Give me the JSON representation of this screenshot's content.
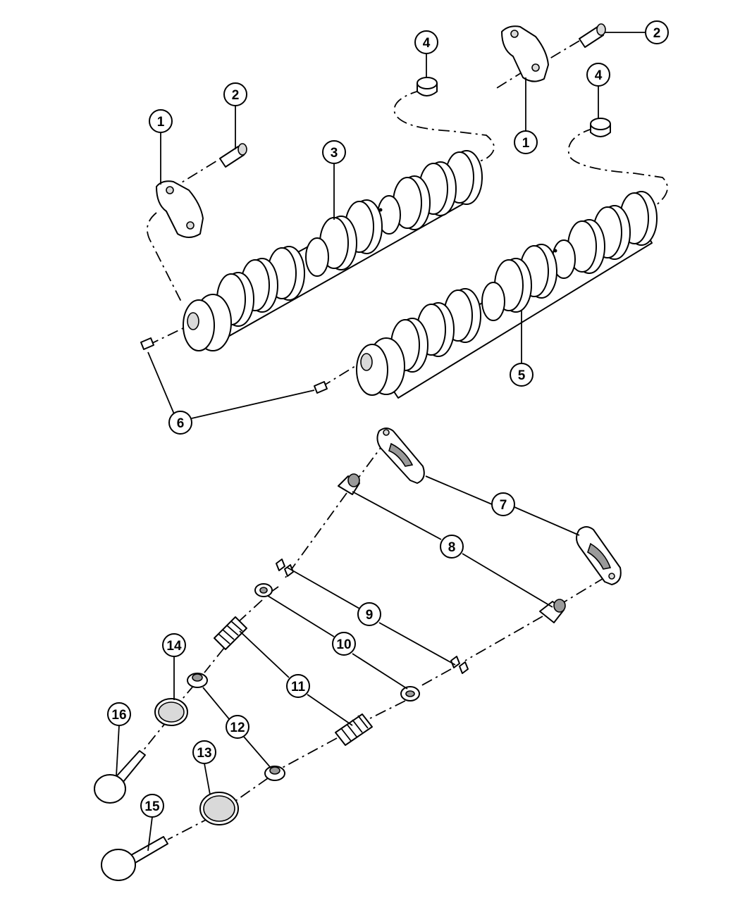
{
  "callouts": [
    {
      "id": "c1a",
      "label": "1"
    },
    {
      "id": "c1b",
      "label": "1"
    },
    {
      "id": "c2a",
      "label": "2"
    },
    {
      "id": "c2b",
      "label": "2"
    },
    {
      "id": "c3",
      "label": "3"
    },
    {
      "id": "c4a",
      "label": "4"
    },
    {
      "id": "c4b",
      "label": "4"
    },
    {
      "id": "c5",
      "label": "5"
    },
    {
      "id": "c6",
      "label": "6"
    },
    {
      "id": "c7",
      "label": "7"
    },
    {
      "id": "c8",
      "label": "8"
    },
    {
      "id": "c9",
      "label": "9"
    },
    {
      "id": "c10",
      "label": "10"
    },
    {
      "id": "c11",
      "label": "11"
    },
    {
      "id": "c12",
      "label": "12"
    },
    {
      "id": "c13",
      "label": "13"
    },
    {
      "id": "c14",
      "label": "14"
    },
    {
      "id": "c15",
      "label": "15"
    },
    {
      "id": "c16",
      "label": "16"
    }
  ]
}
